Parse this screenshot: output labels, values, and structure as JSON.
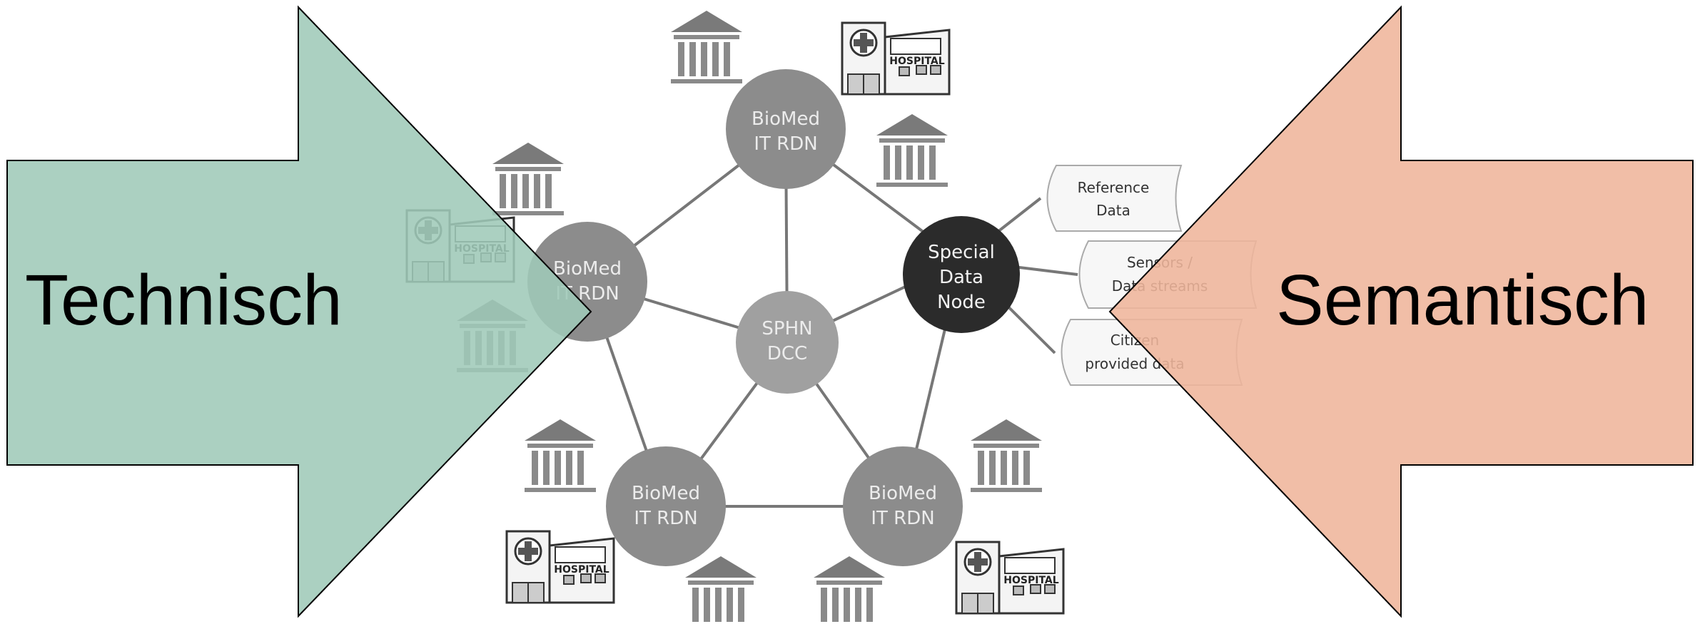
{
  "left_arrow": {
    "label": "Technisch",
    "color": "#9fc9b8"
  },
  "right_arrow": {
    "label": "Semantisch",
    "color": "#efb59b"
  },
  "nodes": {
    "top": {
      "line1": "BioMed",
      "line2": "IT RDN"
    },
    "left": {
      "line1": "BioMed",
      "line2": "IT RDN"
    },
    "center": {
      "line1": "SPHN",
      "line2": "DCC"
    },
    "bot_left": {
      "line1": "BioMed",
      "line2": "IT RDN"
    },
    "bot_right": {
      "line1": "BioMed",
      "line2": "IT RDN"
    },
    "special": {
      "line1": "Special",
      "line2": "Data",
      "line3": "Node"
    }
  },
  "sources": {
    "reference": {
      "line1": "Reference",
      "line2": "Data"
    },
    "sensors": {
      "line1": "Sensors /",
      "line2": "Data streams"
    },
    "citizen": {
      "line1": "Citizen",
      "line2": "provided data"
    }
  },
  "hospital_label": "HOSPITAL",
  "colors": {
    "node": "#8c8c8c",
    "special": "#2b2b2b",
    "edge": "#777777"
  }
}
